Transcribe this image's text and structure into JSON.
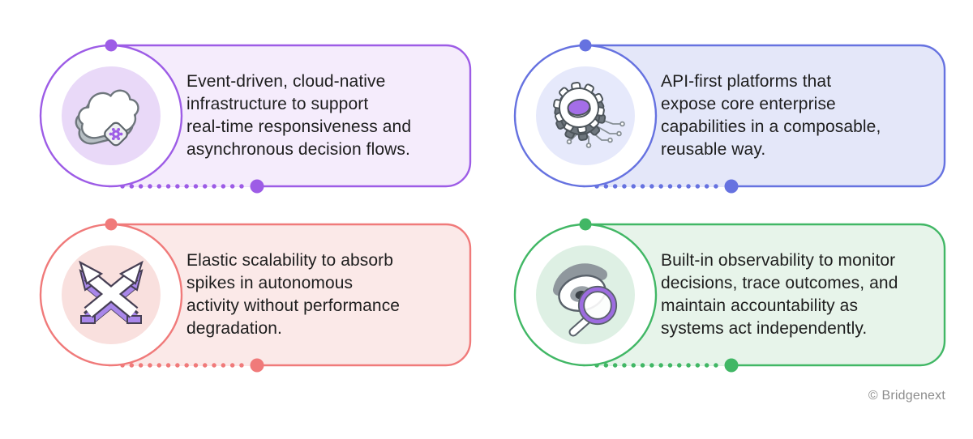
{
  "page": {
    "background_color": "#ffffff",
    "copyright": "© Bridgenext",
    "text_color": "#1e1e1e",
    "copyright_color": "#8c8c8c"
  },
  "cards": [
    {
      "id": "event-driven-cloud-native",
      "icon": "cloud-gear-icon",
      "accent_color": "#9D5CE6",
      "fill_color": "#F5ECFC",
      "icon_bg_color": "#E9D9F8",
      "text": "Event-driven, cloud-native infrastructure to support real-time responsiveness and asynchronous decision flows.",
      "lines": [
        "Event-driven, cloud-native",
        "infrastructure to support",
        "real-time responsiveness and",
        "asynchronous decision flows."
      ]
    },
    {
      "id": "api-first-platforms",
      "icon": "gear-circuit-icon",
      "accent_color": "#6672E0",
      "fill_color": "#E4E7F9",
      "icon_bg_color": "#E6E9FB",
      "text": "API-first platforms that expose core enterprise capabilities in a composable, reusable way.",
      "lines": [
        "API-first platforms that",
        "expose core enterprise",
        "capabilities in a composable,",
        "reusable way."
      ]
    },
    {
      "id": "elastic-scalability",
      "icon": "crossed-arrows-icon",
      "accent_color": "#F07A7A",
      "fill_color": "#FBE9E8",
      "icon_bg_color": "#F9E0DE",
      "text": "Elastic scalability to absorb spikes in autonomous activity without performance degradation.",
      "lines": [
        "Elastic scalability to absorb",
        "spikes in autonomous",
        "activity without performance",
        "degradation."
      ]
    },
    {
      "id": "built-in-observability",
      "icon": "eye-magnifier-icon",
      "accent_color": "#41B765",
      "fill_color": "#E7F4EA",
      "icon_bg_color": "#DEF0E4",
      "text": "Built-in observability to monitor decisions, trace outcomes, and maintain accountability as systems act independently.",
      "lines": [
        "Built-in observability to monitor",
        "decisions, trace outcomes, and",
        "maintain accountability as",
        "systems act independently."
      ]
    }
  ]
}
